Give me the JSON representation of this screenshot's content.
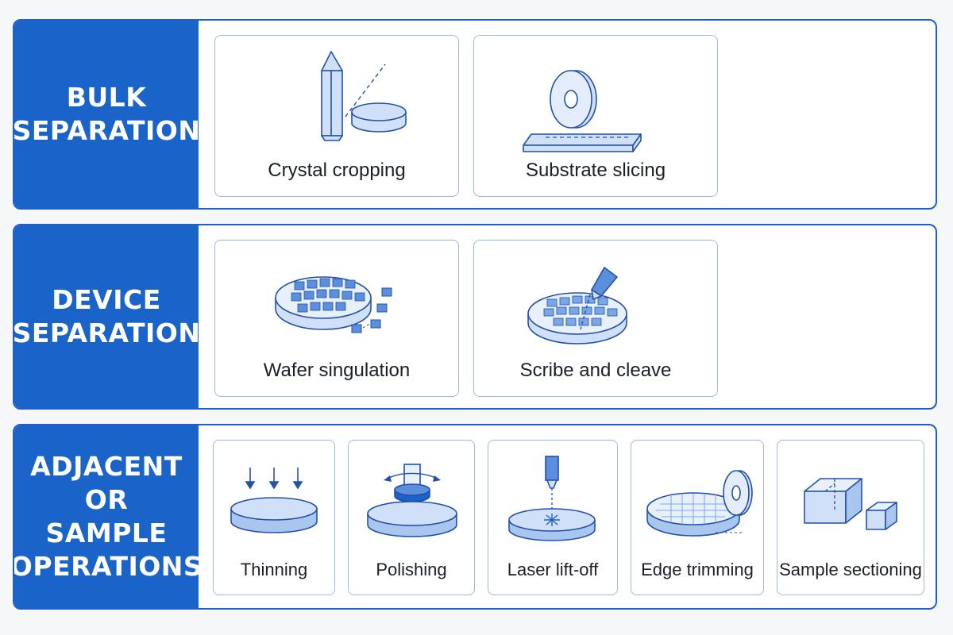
{
  "rows": [
    {
      "title": "BULK\nSEPARATION",
      "cards": [
        {
          "label": "Crystal cropping",
          "icon": "crystal-ingot-icon"
        },
        {
          "label": "Substrate slicing",
          "icon": "saw-blade-slicing-icon"
        }
      ]
    },
    {
      "title": "DEVICE\nSEPARATION",
      "cards": [
        {
          "label": "Wafer singulation",
          "icon": "wafer-dice-icon"
        },
        {
          "label": "Scribe and cleave",
          "icon": "scribe-pen-wafer-icon"
        }
      ]
    },
    {
      "title": "ADJACENT OR\nSAMPLE\nOPERATIONS",
      "cards": [
        {
          "label": "Thinning",
          "icon": "thinning-arrows-disc-icon"
        },
        {
          "label": "Polishing",
          "icon": "polishing-head-icon"
        },
        {
          "label": "Laser lift-off",
          "icon": "laser-beam-icon"
        },
        {
          "label": "Edge trimming",
          "icon": "edge-trim-wheel-icon"
        },
        {
          "label": "Sample sectioning",
          "icon": "cube-section-icon"
        }
      ]
    }
  ],
  "colors": {
    "accent": "#1a63c8",
    "border": "#1f5fc6",
    "card_border": "#9db8e6",
    "icon_stroke": "#2450a8",
    "icon_fill": "#cfe0f8",
    "icon_dark": "#1a63c8"
  }
}
